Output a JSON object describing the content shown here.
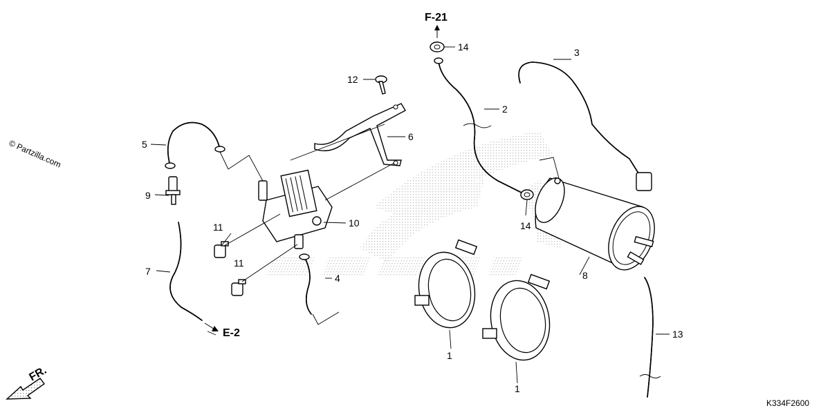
{
  "diagram": {
    "watermark": "© Partzilla.com",
    "diagram_code": "K334F2600",
    "front_arrow_label": "FR.",
    "refs": {
      "f21": "F-21",
      "e2": "E-2"
    },
    "parts": {
      "p1a": "1",
      "p1b": "1",
      "p2": "2",
      "p3": "3",
      "p4": "4",
      "p5": "5",
      "p6": "6",
      "p7": "7",
      "p8": "8",
      "p9": "9",
      "p10": "10",
      "p11a": "11",
      "p11b": "11",
      "p12": "12",
      "p13": "13",
      "p14a": "14",
      "p14b": "14"
    }
  }
}
